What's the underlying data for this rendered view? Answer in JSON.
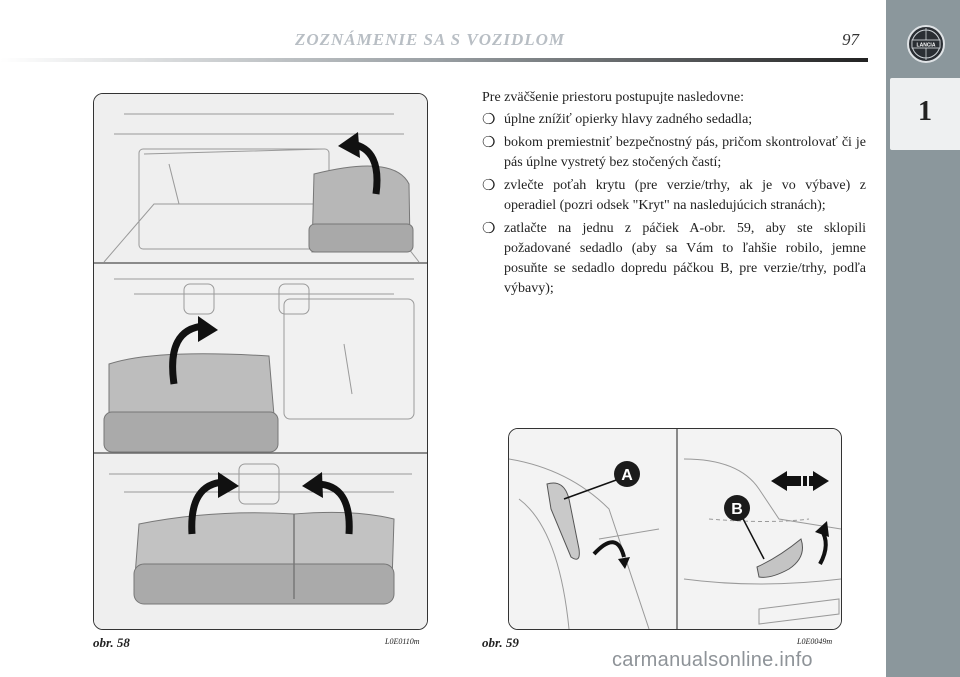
{
  "header": {
    "title": "ZOZNÁMENIE SA S VOZIDLOM",
    "page_number": "97",
    "brand": "LANCIA"
  },
  "sidebar": {
    "chapter": "1"
  },
  "figures": [
    {
      "caption": "obr. 58",
      "code": "L0E0110m"
    },
    {
      "caption": "obr. 59",
      "code": "L0E0049m",
      "labels": [
        "A",
        "B"
      ]
    }
  ],
  "body": {
    "intro": "Pre zväčšenie priestoru postupujte nasledovne:",
    "bullets": [
      "úplne znížiť opierky hlavy zadného sedadla;",
      "bokom premiestniť bezpečnostný pás, pričom skontrolovať či je pás úplne vystretý bez stočených častí;",
      "zvlečte poťah krytu (pre verzie/trhy, ak je vo výbave) z operadiel (pozri odsek \"Kryt\" na nasledujúcich stranách);",
      "zatlačte na jednu z páčiek A-obr. 59, aby ste sklopili požadované sedadlo (aby sa Vám to ľahšie robilo, jemne posuňte se sedadlo dopredu páčkou B, pre verzie/trhy, podľa výbavy);"
    ],
    "bullet_mark": "❍"
  },
  "watermark": "carmanualsonline.info"
}
